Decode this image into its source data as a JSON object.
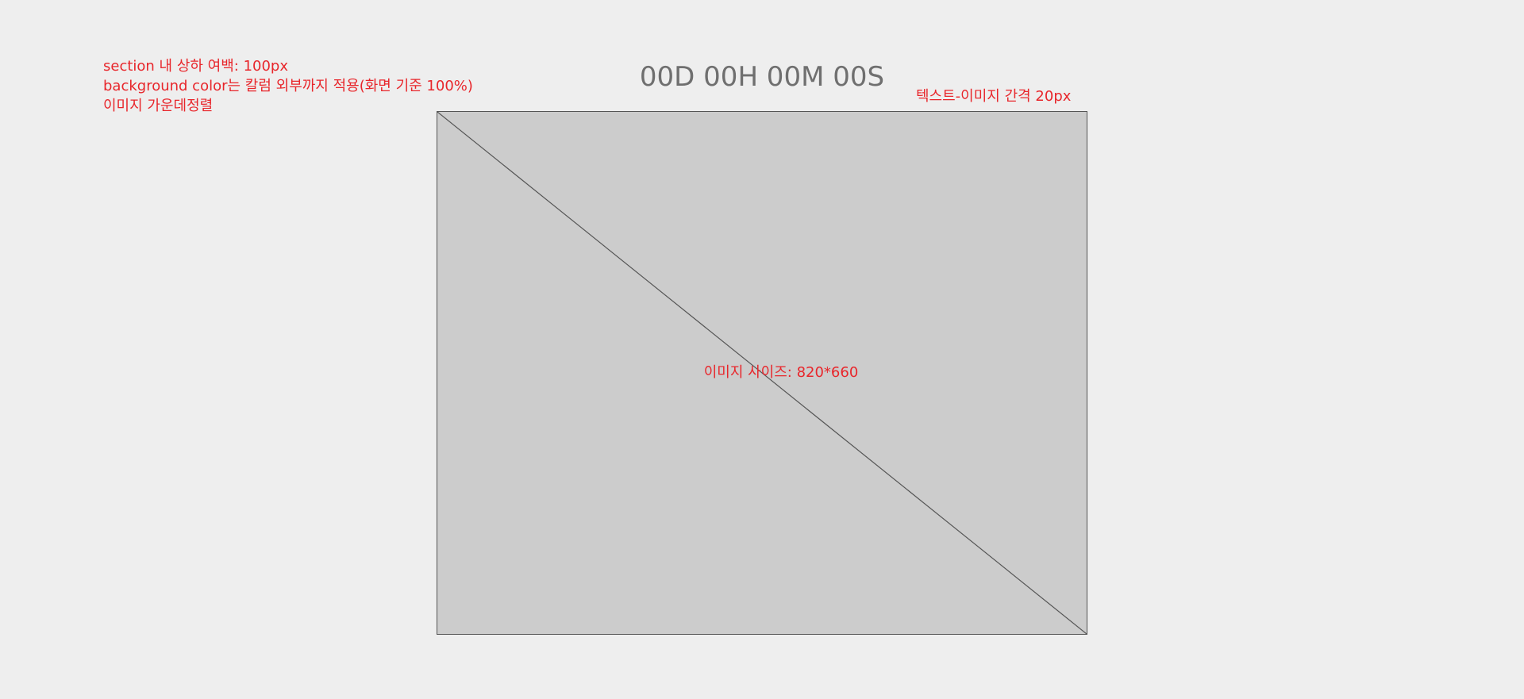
{
  "notes": {
    "lines": [
      "section 내 상하 여백: 100px",
      "background color는 칼럼 외부까지 적용(화면 기준 100%)",
      "이미지 가운데정렬"
    ]
  },
  "timer": {
    "text": "00D 00H 00M 00S"
  },
  "annotations": {
    "text_image_gap": "텍스트-이미지 간격 20px",
    "image_size": "이미지 사이즈: 820*660"
  },
  "colors": {
    "page_background": "#eeeeee",
    "annotation": "#e8262b",
    "timer_text": "#6f6f6f",
    "placeholder_fill": "#cccccc",
    "placeholder_line": "#555555"
  }
}
